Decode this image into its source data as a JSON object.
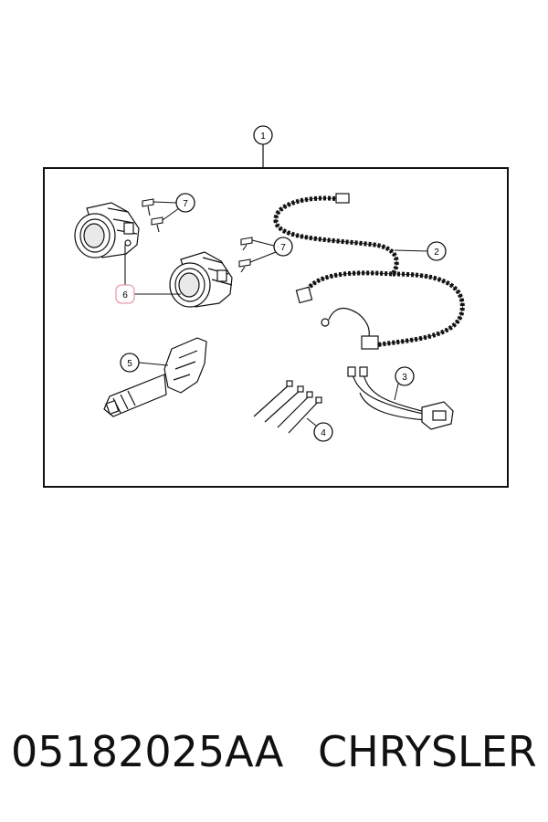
{
  "callouts": {
    "c1": "1",
    "c2": "2",
    "c3": "3",
    "c4": "4",
    "c5": "5",
    "c6": "6",
    "c7a": "7",
    "c7b": "7"
  },
  "highlight_color": "#e6a0a8",
  "footer": {
    "part_number": "05182025AA",
    "brand": "CHRYSLER"
  }
}
